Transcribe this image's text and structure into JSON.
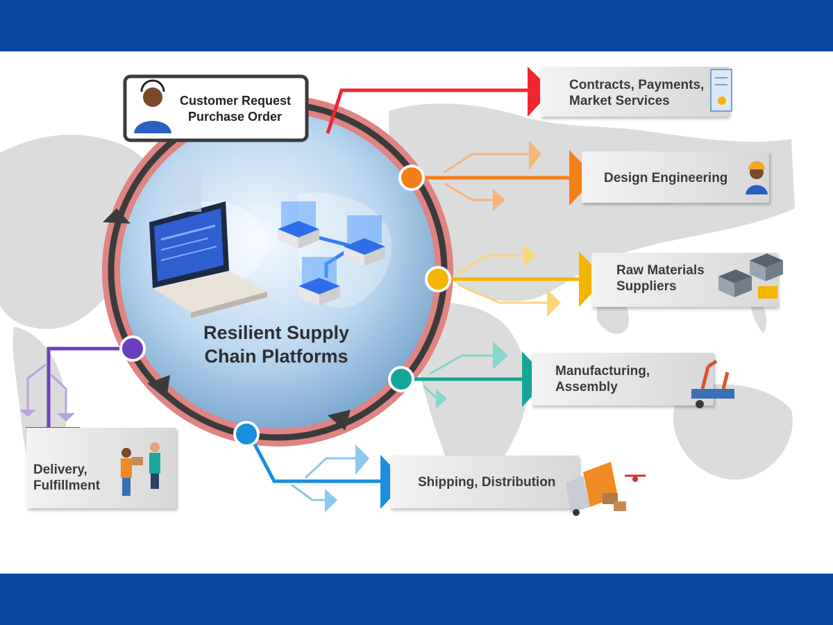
{
  "center_title": {
    "line1": "Resilient Supply",
    "line2": "Chain Platforms"
  },
  "customer_box": {
    "line1": "Customer Request",
    "line2": "Purchase Order"
  },
  "stages": [
    {
      "id": "contracts",
      "line1": "Contracts, Payments,",
      "line2": "Market Services",
      "color": "#f0262f",
      "icon": "certificate-icon"
    },
    {
      "id": "design",
      "line1": "Design Engineering",
      "line2": "",
      "color": "#f57f17",
      "icon": "engineer-icon"
    },
    {
      "id": "raw",
      "line1": "Raw Materials",
      "line2": "Suppliers",
      "color": "#f5b400",
      "icon": "warehouse-icon"
    },
    {
      "id": "manufacturing",
      "line1": "Manufacturing,",
      "line2": "Assembly",
      "color": "#16a697",
      "icon": "robot-arm-icon"
    },
    {
      "id": "shipping",
      "line1": "Shipping, Distribution",
      "line2": "",
      "color": "#1a8fde",
      "icon": "truck-icon"
    },
    {
      "id": "delivery",
      "line1": "Delivery,",
      "line2": "Fulfillment",
      "color": "#6a3fbf",
      "icon": "courier-icon"
    }
  ],
  "colors": {
    "band": "#0b46a0",
    "ring_outer": "#e08383",
    "ring_inner": "#3b3b3b",
    "globe": "#bcd8f0",
    "map": "#d9d9d9"
  }
}
